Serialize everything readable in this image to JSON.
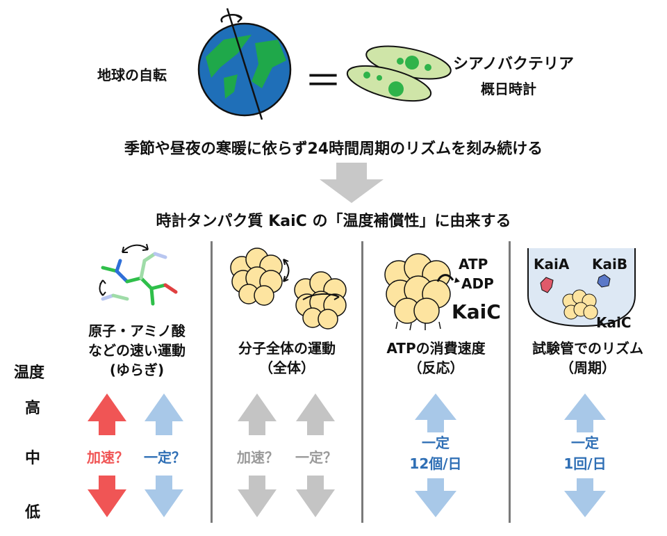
{
  "header": {
    "earth_label": "地球の自転",
    "equals": "＝",
    "cyano_title": "シアノバクテリア",
    "cyano_subtitle": "概日時計",
    "rhythm_line": "季節や昼夜の寒暖に依らず24時間周期のリズムを刻み続ける",
    "origin_line": "時計タンパク質 KaiC の「温度補償性」に由来する"
  },
  "temperature_axis": {
    "title": "温度",
    "levels": [
      "高",
      "中",
      "低"
    ]
  },
  "columns": [
    {
      "title_lines": [
        "原子・アミノ酸",
        "などの速い運動",
        "(ゆらぎ)"
      ],
      "arrows": [
        {
          "label": "加速？",
          "color": "#f05555",
          "label_color": "#f05555"
        },
        {
          "label": "一定？",
          "color": "#a8c8e8",
          "label_color": "#2f6fb5"
        }
      ]
    },
    {
      "title_lines": [
        "分子全体の運動",
        "（全体）"
      ],
      "arrows": [
        {
          "label": "加速？",
          "color": "#c4c4c4",
          "label_color": "#9a9a9a"
        },
        {
          "label": "一定？",
          "color": "#c4c4c4",
          "label_color": "#9a9a9a"
        }
      ]
    },
    {
      "title_lines": [
        "ATPの消費速度",
        "（反応）"
      ],
      "illustration": {
        "atp": "ATP",
        "adp": "ADP",
        "kaic": "KaiC"
      },
      "arrows": [
        {
          "label_lines": [
            "一定",
            "12個/日"
          ],
          "color": "#a8c8e8",
          "label_color": "#2f6fb5"
        }
      ]
    },
    {
      "title_lines": [
        "試験管でのリズム",
        "（周期）"
      ],
      "illustration": {
        "kaia": "KaiA",
        "kaib": "KaiB",
        "kaic": "KaiC"
      },
      "arrows": [
        {
          "label_lines": [
            "一定",
            "1回/日"
          ],
          "color": "#a8c8e8",
          "label_color": "#2f6fb5"
        }
      ]
    }
  ],
  "colors": {
    "earth_ocean": "#1f6fb8",
    "earth_land": "#1fa84a",
    "cell": "#cfe5a8",
    "cell_dots": "#2fb34a",
    "kaic_fill": "#fde4a0",
    "down_arrow": "#c8c8c8",
    "divider": "#7a7a7a"
  }
}
